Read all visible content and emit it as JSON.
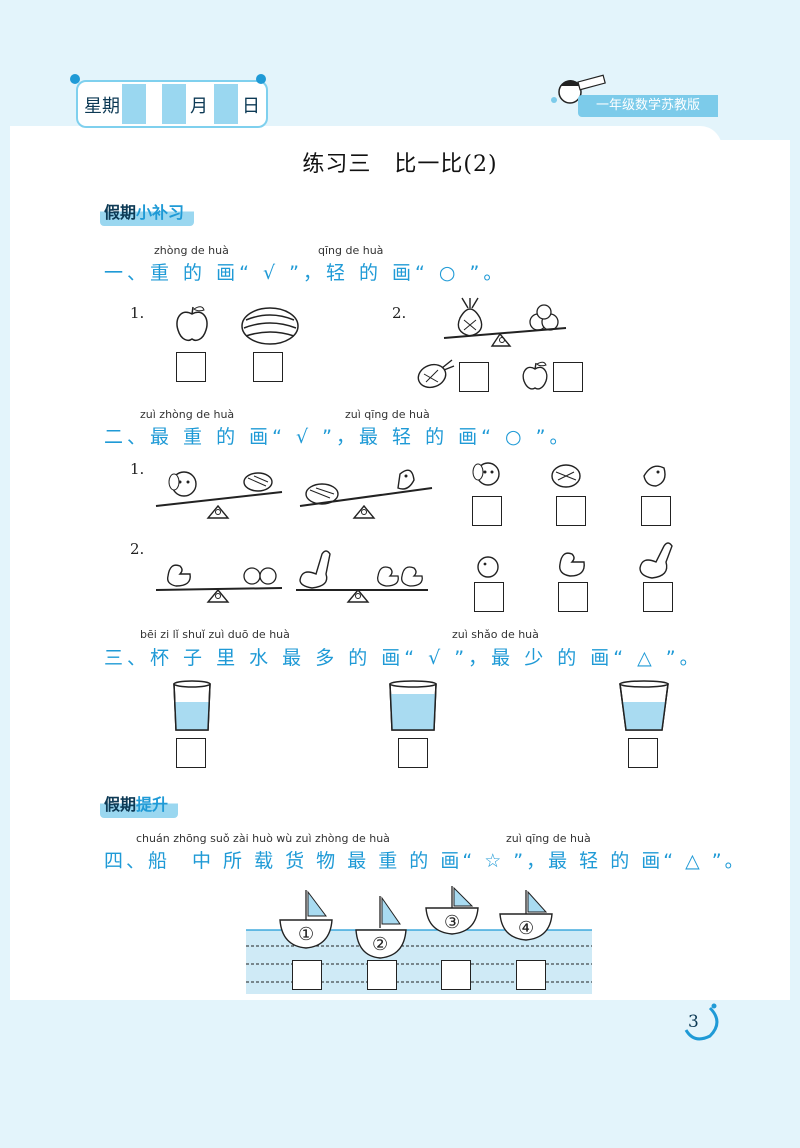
{
  "header": {
    "week_label": "星期",
    "month_label": "月",
    "day_label": "日",
    "grade_label": "一年级数学苏教版"
  },
  "title": "练习三　比一比(2)",
  "section1": {
    "badge_a": "假期",
    "badge_b": "小补习",
    "q1": {
      "text": "一、重 的 画“ √ ”，轻 的 画“ ○ ”。",
      "py_a": "zhòng de huà",
      "py_b": "qīng de huà",
      "item1": "1.",
      "item2": "2."
    },
    "q2": {
      "text": "二、最 重 的 画“ √ ”，最 轻 的 画“ ○ ”。",
      "py_a": "zuì zhòng de huà",
      "py_b": "zuì qīng de huà",
      "item1": "1.",
      "item2": "2."
    },
    "q3": {
      "text": "三、杯 子 里 水 最 多 的 画“ √ ”，最 少 的 画“ △ ”。",
      "py_a": "bēi zi lǐ shuǐ zuì duō de huà",
      "py_b": "zuì shǎo de huà"
    }
  },
  "section2": {
    "badge_a": "假期",
    "badge_b": "提升",
    "q4": {
      "text": "四、船　中 所 载 货 物 最 重 的 画“ ☆ ”，最 轻 的 画“ △ ”。",
      "py_a": "chuán zhōng suǒ zài huò wù zuì zhòng de huà",
      "py_b": "zuì qīng de huà",
      "boats": [
        "①",
        "②",
        "③",
        "④"
      ]
    }
  },
  "page_number": "3",
  "colors": {
    "accent": "#1f9ad6",
    "light": "#e3f4fb"
  }
}
